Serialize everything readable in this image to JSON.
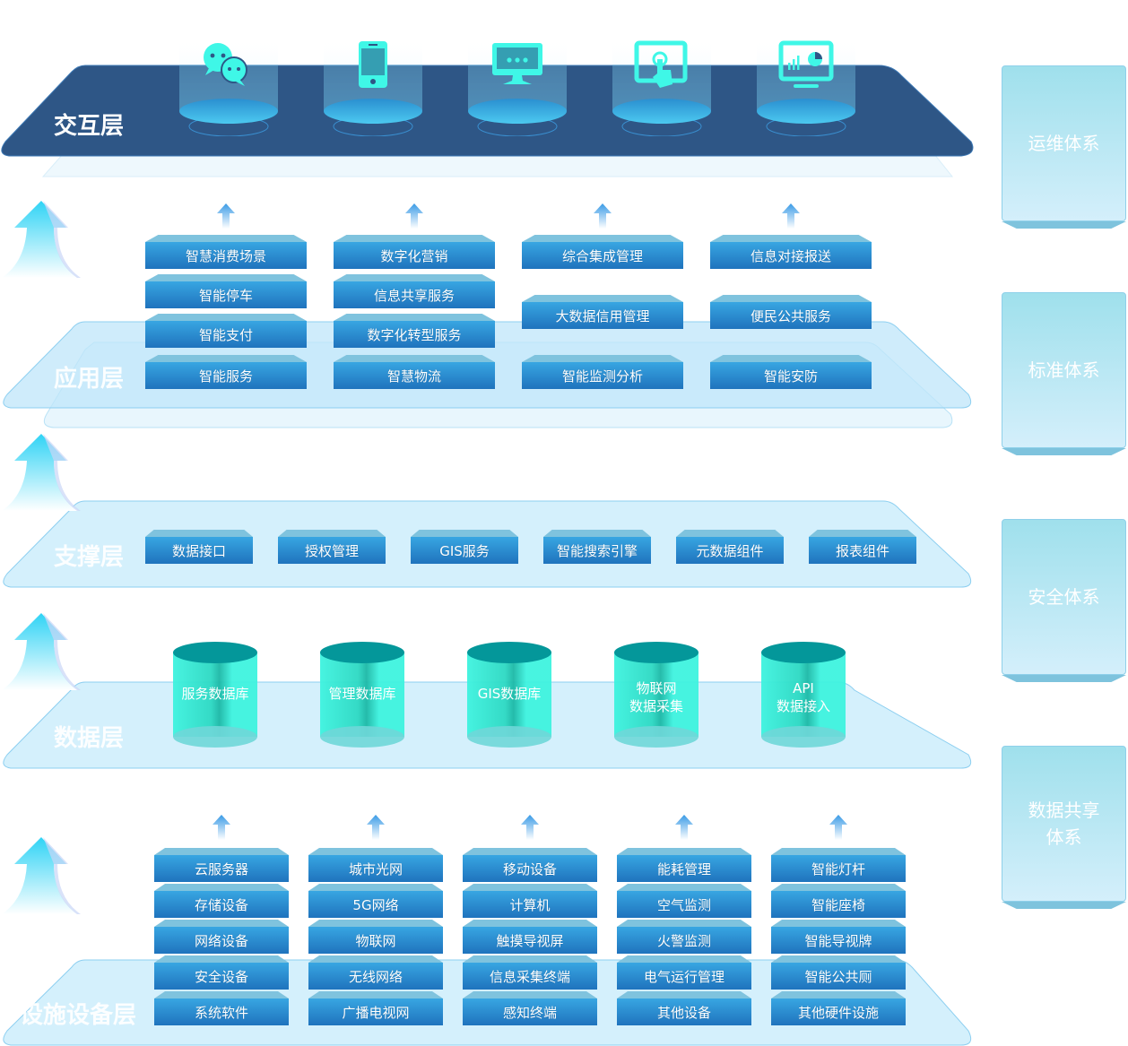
{
  "layers": {
    "interaction": {
      "title": "交互层",
      "icons": [
        "wechat-icon",
        "mobile-phone-icon",
        "desktop-monitor-icon",
        "touch-screen-icon",
        "dashboard-monitor-icon"
      ]
    },
    "application": {
      "title": "应用层",
      "columns": [
        [
          "智慧消费场景",
          "智能停车",
          "智能支付",
          "智能服务"
        ],
        [
          "数字化营销",
          "信息共享服务",
          "数字化转型服务",
          "智慧物流"
        ],
        [
          "综合集成管理",
          "大数据信用管理",
          "智能监测分析"
        ],
        [
          "信息对接报送",
          "便民公共服务",
          "智能安防"
        ]
      ]
    },
    "support": {
      "title": "支撑层",
      "items": [
        "数据接口",
        "授权管理",
        "GIS服务",
        "智能搜索引擎",
        "元数据组件",
        "报表组件"
      ]
    },
    "data": {
      "title": "数据层",
      "databases": [
        [
          "服务数据库"
        ],
        [
          "管理数据库"
        ],
        [
          "GIS数据库"
        ],
        [
          "物联网",
          "数据采集"
        ],
        [
          "API",
          "数据接入"
        ]
      ]
    },
    "infrastructure": {
      "title": "设施设备层",
      "columns": [
        [
          "云服务器",
          "存储设备",
          "网络设备",
          "安全设备",
          "系统软件"
        ],
        [
          "城市光网",
          "5G网络",
          "物联网",
          "无线网络",
          "广播电视网"
        ],
        [
          "移动设备",
          "计算机",
          "触摸导视屏",
          "信息采集终端",
          "感知终端"
        ],
        [
          "能耗管理",
          "空气监测",
          "火警监测",
          "电气运行管理",
          "其他设备"
        ],
        [
          "智能灯杆",
          "智能座椅",
          "智能导视牌",
          "智能公共厕",
          "其他硬件设施"
        ]
      ]
    }
  },
  "side_systems": [
    {
      "label": "运维体系"
    },
    {
      "label": "标准体系"
    },
    {
      "label": "安全体系"
    },
    {
      "label": "数据共享\n体系"
    }
  ],
  "colors": {
    "interaction_platform": "#2e5686",
    "light_platform": "#d4f0fc",
    "block_top": "#38a6e2",
    "block_bottom": "#1f73bd",
    "icon_cyan": "#3ff7e7",
    "db_cyan": "#3ef3df"
  }
}
